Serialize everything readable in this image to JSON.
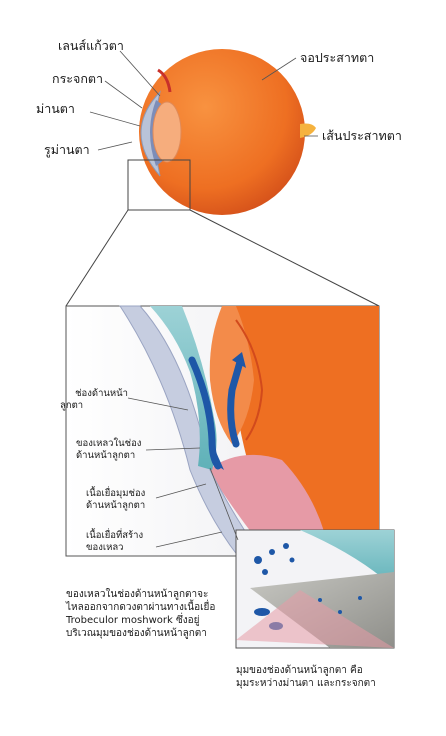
{
  "labels": {
    "lens": "เลนส์แก้วตา",
    "cornea": "กระจกตา",
    "iris": "ม่านตา",
    "pupil": "รูม่านตา",
    "retina": "จอประสาทตา",
    "optic_nerve": "เส้นประสาทตา",
    "anterior_chamber_l1": "ช่องด้านหน้า",
    "anterior_chamber_l2": "ลูกตา",
    "aqueous_l1": "ของเหลวในช่อง",
    "aqueous_l2": "ด้านหน้าลูกตา",
    "trabecular_l1": "เนื้อเยื่อมุมช่อง",
    "trabecular_l2": "ด้านหน้าลูกตา",
    "ciliary_l1": "เนื้อเยื่อที่สร้าง",
    "ciliary_l2": "ของเหลว"
  },
  "captions": {
    "drain_l1": "ของเหลวในช่องด้านหน้าลูกตาจะ",
    "drain_l2": "ไหลออกจากดวงตาผ่านทางเนื้อเยื่อ",
    "drain_l3": "Trobeculor moshwork ซึ่งอยู่",
    "drain_l4": "บริเวณมุมของช่องด้านหน้าลูกตา",
    "angle_l1": "มุมของช่องด้านหน้าลูกตา คือ",
    "angle_l2": "มุมระหว่างม่านตา และกระจกตา"
  },
  "colors": {
    "sclera": "#ef7a2a",
    "sclera_dark": "#d9541c",
    "cornea": "#b9c3d8",
    "iris": "#7d8db8",
    "lens": "#f6ad7d",
    "nerve": "#f5b23e",
    "aqueous": "#1e57a7",
    "tissue_teal": "#7fc4c9",
    "tissue_pink": "#e69aa6"
  }
}
